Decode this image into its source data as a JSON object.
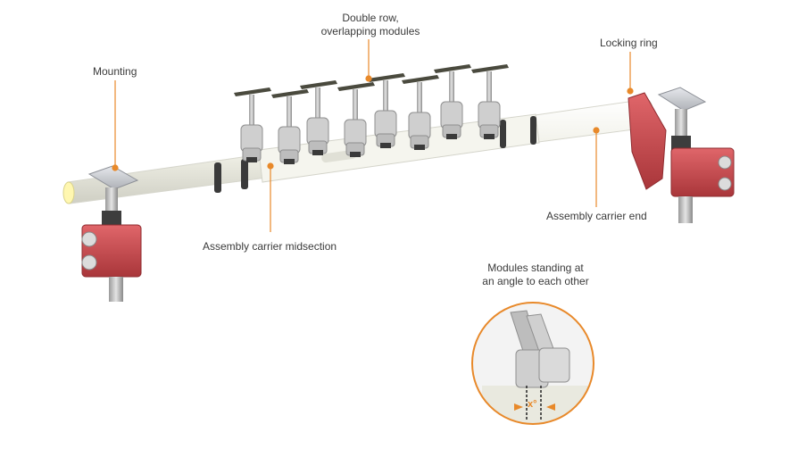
{
  "labels": {
    "double_row": [
      "Double row,",
      "overlapping modules"
    ],
    "mounting": "Mounting",
    "locking_ring": "Locking ring",
    "midsection": "Assembly carrier midsection",
    "carrier_end": "Assembly carrier end",
    "modules_angle": [
      "Modules standing at",
      "an angle to each other"
    ],
    "angle_symbol": "x°"
  },
  "colors": {
    "accent": "#e8892a",
    "tube": "#f1f1e8",
    "module": "#c8c8c8",
    "mount_red": "#c8464a",
    "plate": "#cfd1d6"
  }
}
